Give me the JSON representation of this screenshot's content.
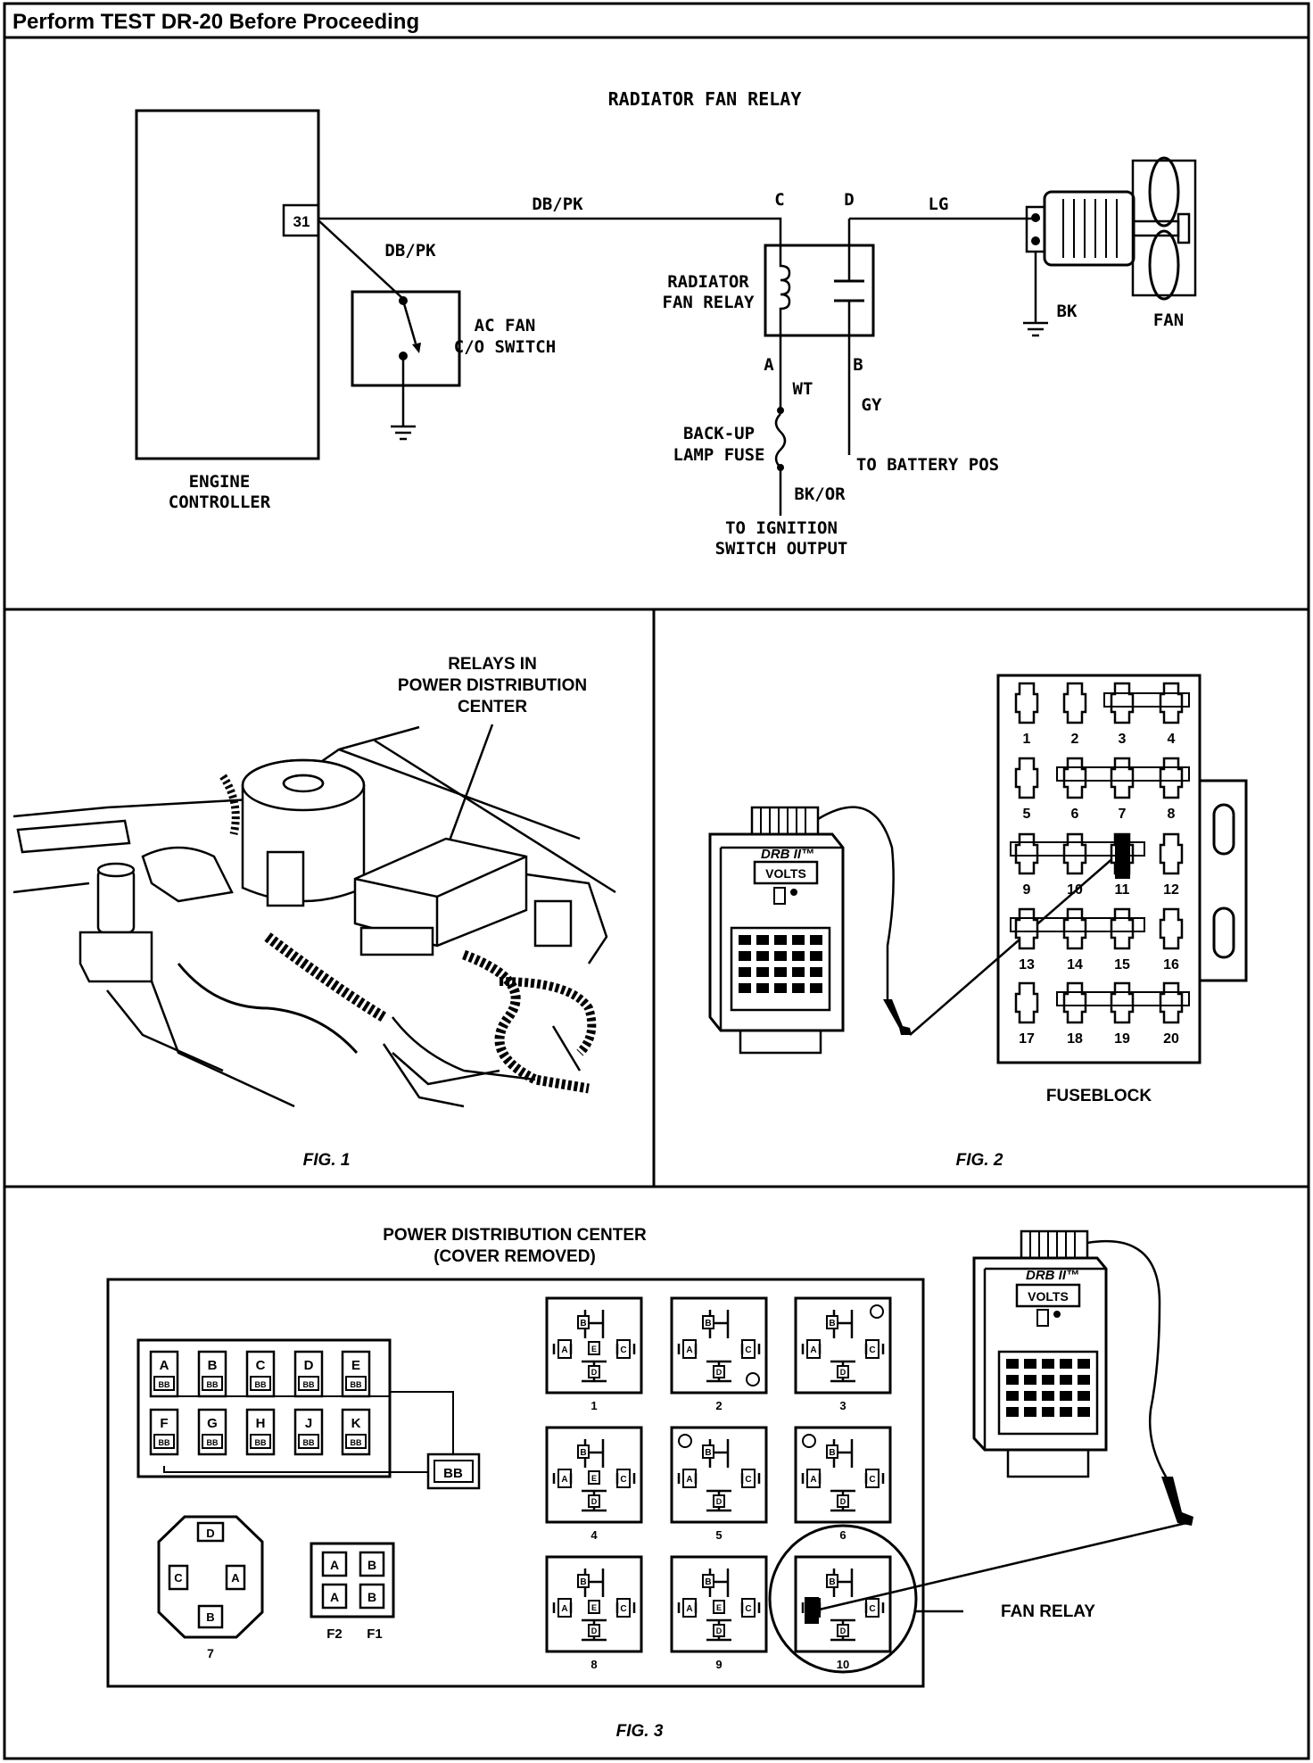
{
  "header": {
    "title": "Perform TEST DR-20 Before Proceeding"
  },
  "schematic": {
    "title": "RADIATOR FAN RELAY",
    "pin_31": "31",
    "wire_top": "DB/PK",
    "wire_diag": "DB/PK",
    "pin_c": "C",
    "pin_d": "D",
    "pin_a": "A",
    "pin_b": "B",
    "wire_lg": "LG",
    "relay_l1": "RADIATOR",
    "relay_l2": "FAN RELAY",
    "acfan_l1": "AC FAN",
    "acfan_l2": "C/O SWITCH",
    "wire_wt": "WT",
    "wire_gy": "GY",
    "wire_bk": "BK",
    "wire_bkor": "BK/OR",
    "fan": "FAN",
    "fuse_l1": "BACK-UP",
    "fuse_l2": "LAMP FUSE",
    "battery": "TO BATTERY POS",
    "ign_l1": "TO IGNITION",
    "ign_l2": "SWITCH OUTPUT",
    "engine_l1": "ENGINE",
    "engine_l2": "CONTROLLER"
  },
  "fig1": {
    "label_l1": "RELAYS IN",
    "label_l2": "POWER DISTRIBUTION",
    "label_l3": "CENTER",
    "caption": "FIG. 1"
  },
  "fig2": {
    "tester_brand": "DRB II™",
    "tester_display": "VOLTS",
    "fuse_numbers": [
      "1",
      "2",
      "3",
      "4",
      "5",
      "6",
      "7",
      "8",
      "9",
      "10",
      "11",
      "12",
      "13",
      "14",
      "15",
      "16",
      "17",
      "18",
      "19",
      "20"
    ],
    "fuseblock_label": "FUSEBLOCK",
    "caption": "FIG. 2"
  },
  "fig3": {
    "title_l1": "POWER DISTRIBUTION CENTER",
    "title_l2": "(COVER REMOVED)",
    "fuse_letters_top": [
      "A",
      "B",
      "C",
      "D",
      "E"
    ],
    "fuse_letters_bottom": [
      "F",
      "G",
      "H",
      "J",
      "K"
    ],
    "fuse_sub": "BB",
    "bb_label": "BB",
    "socket7_pins": [
      "D",
      "C",
      "A",
      "B"
    ],
    "socket7_label": "7",
    "small_fuses": [
      "A",
      "B",
      "A",
      "B"
    ],
    "f2": "F2",
    "f1": "F1",
    "relay_numbers": [
      "1",
      "2",
      "3",
      "4",
      "5",
      "6",
      "8",
      "9",
      "10"
    ],
    "tester_brand": "DRB II™",
    "tester_display": "VOLTS",
    "fan_relay_label": "FAN RELAY",
    "caption": "FIG. 3"
  }
}
